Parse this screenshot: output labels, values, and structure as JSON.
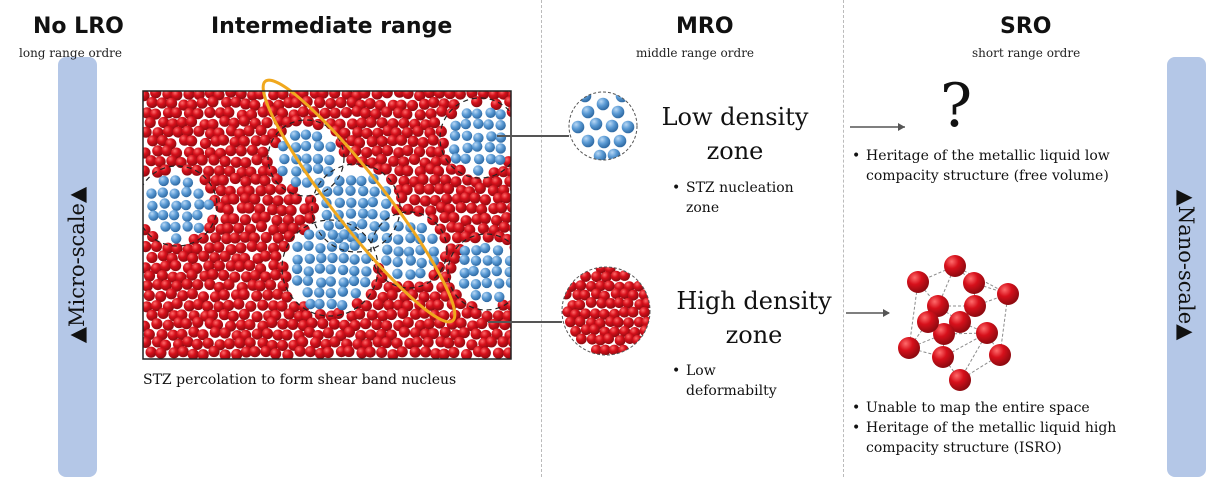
{
  "columns": {
    "no_lro": {
      "title": "No LRO",
      "subtitle": "long range ordre"
    },
    "intermediate": {
      "title": "Intermediate range",
      "caption": "STZ percolation to form shear band nucleus"
    },
    "mro": {
      "title": "MRO",
      "subtitle": "middle range ordre"
    },
    "sro": {
      "title": "SRO",
      "subtitle": "short range ordre"
    }
  },
  "scales": {
    "left": "▲Micro-scale▲",
    "right": "▲Nano-scale▲"
  },
  "low_density": {
    "title_line1": "Low density",
    "title_line2": "zone",
    "bullet_line1": "STZ nucleation",
    "bullet_line2": "zone"
  },
  "high_density": {
    "title_line1": "High density",
    "title_line2": "zone",
    "bullet_line1": "Low",
    "bullet_line2": "deformabilty"
  },
  "sro_low": {
    "symbol": "?",
    "bullet_line1": "Heritage of the metallic liquid low",
    "bullet_line2": "compacity structure (free volume)"
  },
  "sro_high": {
    "bullet1": "Unable to map the entire space",
    "bullet2_line1": "Heritage of the metallic liquid high",
    "bullet2_line2": "compacity structure (ISRO)"
  },
  "colors": {
    "red_atom": "#d7101b",
    "blue_atom": "#5b9bd5",
    "shear_band": "#f0a81e",
    "scale_bar": "#b4c7e7"
  }
}
